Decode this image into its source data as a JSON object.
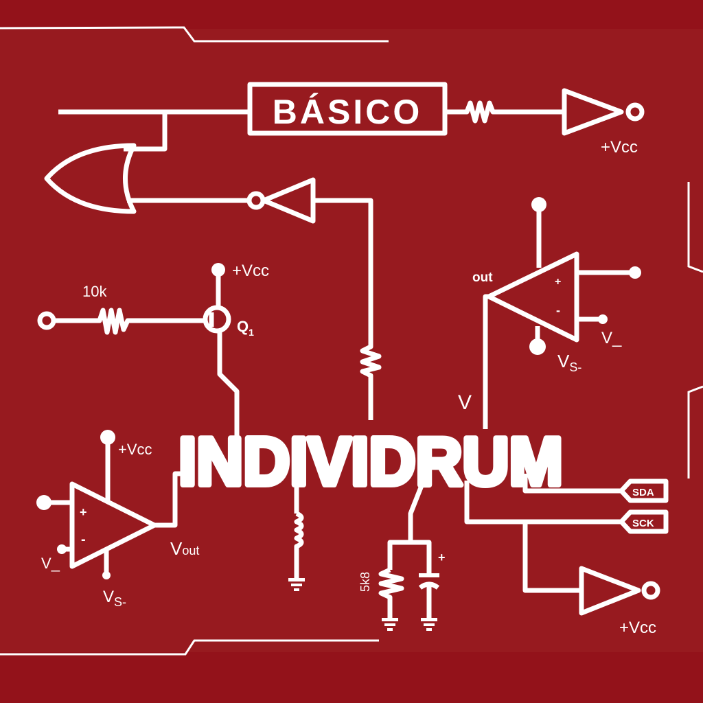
{
  "title": "INDIVIDRUM",
  "subtitle_box": "BÁSICO",
  "colors": {
    "background": "#971a1f",
    "band": "#93121a",
    "ink": "#ffffff"
  },
  "labels": {
    "vcc_top": "+Vcc",
    "vcc_transistor": "+Vcc",
    "vcc_left_opamp": "+Vcc",
    "vcc_bottom_buffer": "+Vcc",
    "resistor_10k": "10k",
    "transistor": "Q",
    "transistor_sub": "1",
    "opamp_out": "out",
    "v_label": "V",
    "v_minus_right": "V",
    "v_minus_right_sub": "_",
    "vs_minus_right": "V",
    "vs_minus_right_sub": "S-",
    "v_minus_left": "V",
    "v_minus_left_sub": "_",
    "vs_minus_left": "V",
    "vs_minus_left_sub": "S-",
    "vout": "V",
    "vout_sub": "out",
    "plus": "+",
    "minus": "-",
    "cap_plus": "+",
    "resistor_5k8": "5k8",
    "sda": "SDA",
    "sck": "SCK"
  }
}
